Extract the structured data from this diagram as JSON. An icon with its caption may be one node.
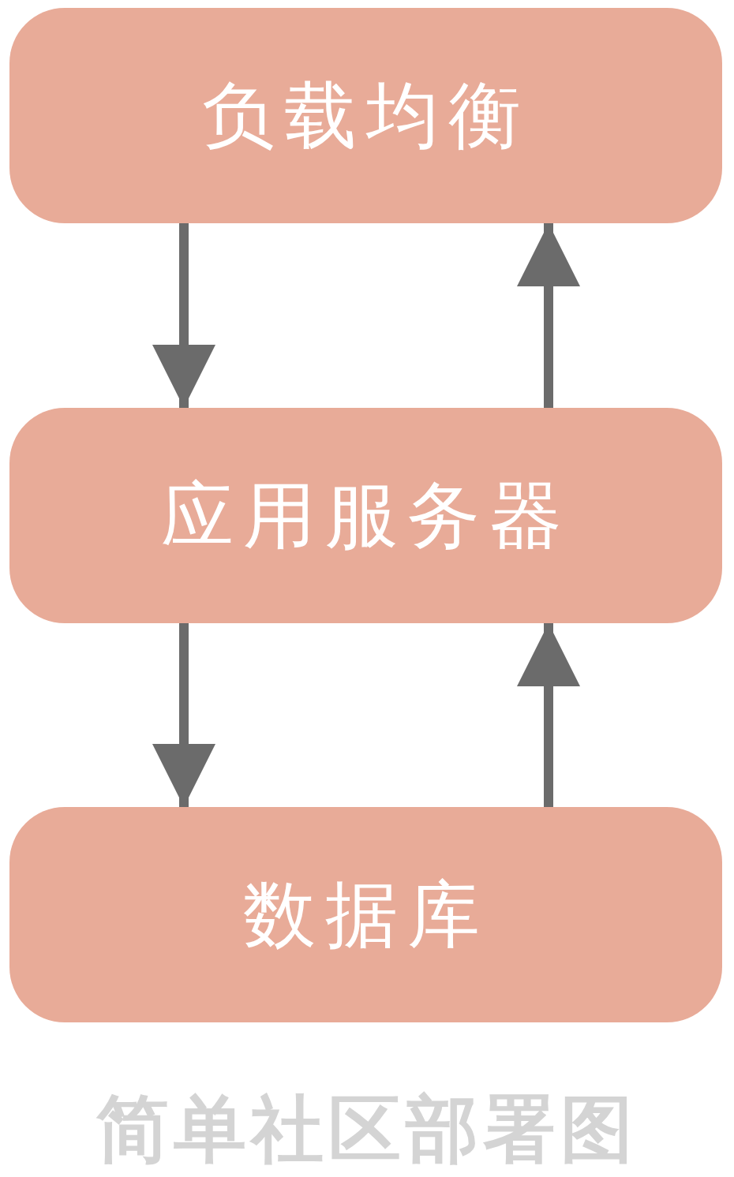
{
  "diagram": {
    "caption": "简单社区部署图",
    "nodes": [
      {
        "text": [
          "负载均衡"
        ]
      },
      {
        "text": [
          "应用服务器"
        ]
      },
      {
        "text": [
          "数据库"
        ]
      }
    ],
    "edges": [
      {
        "from": 0,
        "to": 1,
        "arrow": "to"
      },
      {
        "from": 1,
        "to": 0,
        "arrow": "to"
      },
      {
        "from": 1,
        "to": 2,
        "arrow": "to"
      },
      {
        "from": 2,
        "to": 1,
        "arrow": "to"
      }
    ]
  }
}
